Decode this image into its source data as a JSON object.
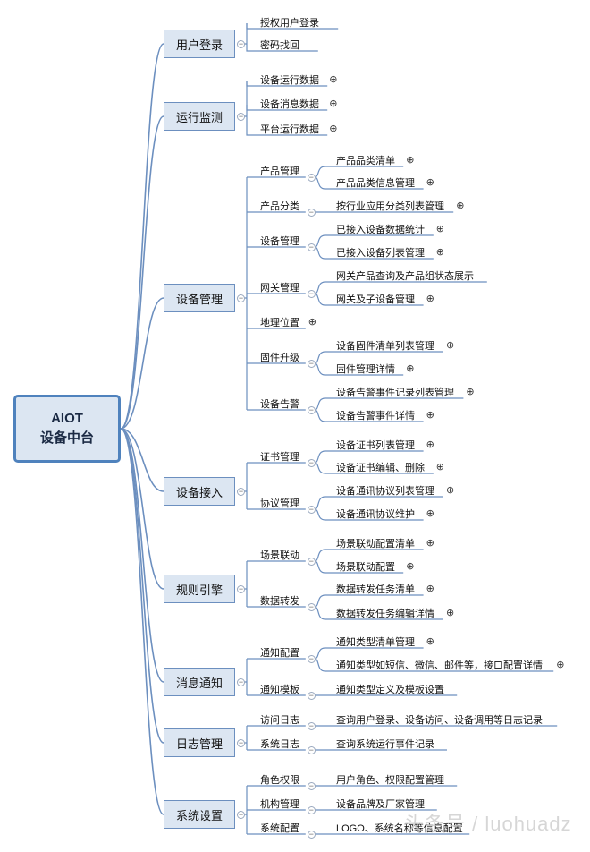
{
  "root": {
    "line1": "AIOT",
    "line2": "设备中台"
  },
  "branches": [
    {
      "label": "用户登录",
      "children": [
        {
          "label": "授权用户登录"
        },
        {
          "label": "密码找回"
        }
      ]
    },
    {
      "label": "运行监测",
      "children": [
        {
          "label": "设备运行数据",
          "expand": "+"
        },
        {
          "label": "设备消息数据",
          "expand": "+"
        },
        {
          "label": "平台运行数据",
          "expand": "+"
        }
      ]
    },
    {
      "label": "设备管理",
      "children": [
        {
          "label": "产品管理",
          "children": [
            {
              "label": "产品品类清单",
              "expand": "+"
            },
            {
              "label": "产品品类信息管理",
              "expand": "+"
            }
          ]
        },
        {
          "label": "产品分类",
          "children": [
            {
              "label": "按行业应用分类列表管理",
              "expand": "+"
            }
          ]
        },
        {
          "label": "设备管理",
          "children": [
            {
              "label": "已接入设备数据统计",
              "expand": "+"
            },
            {
              "label": "已接入设备列表管理",
              "expand": "+"
            }
          ]
        },
        {
          "label": "网关管理",
          "children": [
            {
              "label": "网关产品查询及产品组状态展示"
            },
            {
              "label": "网关及子设备管理",
              "expand": "+"
            }
          ]
        },
        {
          "label": "地理位置",
          "expand": "+"
        },
        {
          "label": "固件升级",
          "children": [
            {
              "label": "设备固件清单列表管理",
              "expand": "+"
            },
            {
              "label": "固件管理详情",
              "expand": "+"
            }
          ]
        },
        {
          "label": "设备告警",
          "children": [
            {
              "label": "设备告警事件记录列表管理",
              "expand": "+"
            },
            {
              "label": "设备告警事件详情",
              "expand": "+"
            }
          ]
        }
      ]
    },
    {
      "label": "设备接入",
      "children": [
        {
          "label": "证书管理",
          "children": [
            {
              "label": "设备证书列表管理",
              "expand": "+"
            },
            {
              "label": "设备证书编辑、删除",
              "expand": "+"
            }
          ]
        },
        {
          "label": "协议管理",
          "children": [
            {
              "label": "设备通讯协议列表管理",
              "expand": "+"
            },
            {
              "label": "设备通讯协议维护",
              "expand": "+"
            }
          ]
        }
      ]
    },
    {
      "label": "规则引擎",
      "children": [
        {
          "label": "场景联动",
          "children": [
            {
              "label": "场景联动配置清单",
              "expand": "+"
            },
            {
              "label": "场景联动配置",
              "expand": "+"
            }
          ]
        },
        {
          "label": "数据转发",
          "children": [
            {
              "label": "数据转发任务清单",
              "expand": "+"
            },
            {
              "label": "数据转发任务编辑详情",
              "expand": "+"
            }
          ]
        }
      ]
    },
    {
      "label": "消息通知",
      "children": [
        {
          "label": "通知配置",
          "children": [
            {
              "label": "通知类型清单管理",
              "expand": "+"
            },
            {
              "label": "通知类型如短信、微信、邮件等，接口配置详情",
              "expand": "+"
            }
          ]
        },
        {
          "label": "通知模板",
          "children": [
            {
              "label": "通知类型定义及模板设置"
            }
          ]
        }
      ]
    },
    {
      "label": "日志管理",
      "children": [
        {
          "label": "访问日志",
          "children": [
            {
              "label": "查询用户登录、设备访问、设备调用等日志记录"
            }
          ]
        },
        {
          "label": "系统日志",
          "children": [
            {
              "label": "查询系统运行事件记录"
            }
          ]
        }
      ]
    },
    {
      "label": "系统设置",
      "children": [
        {
          "label": "角色权限",
          "children": [
            {
              "label": "用户角色、权限配置管理"
            }
          ]
        },
        {
          "label": "机构管理",
          "children": [
            {
              "label": "设备品牌及厂家管理"
            }
          ]
        },
        {
          "label": "系统配置",
          "children": [
            {
              "label": "LOGO、系统名称等信息配置"
            }
          ]
        }
      ]
    }
  ],
  "watermark": "头条号 / luohuadz",
  "colors": {
    "line": "#6c8fbf",
    "box_fill": "#dce6f2",
    "root_border": "#4f82bd"
  }
}
